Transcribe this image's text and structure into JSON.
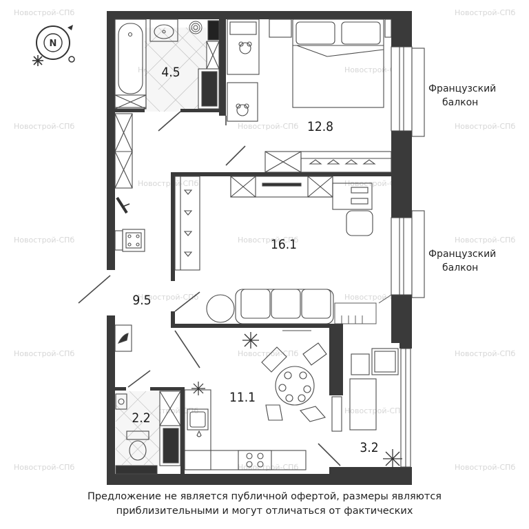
{
  "watermark_text": "Новострой-СПб",
  "compass": {
    "label": "N"
  },
  "rooms": [
    {
      "area": "4.5"
    },
    {
      "area": "12.8"
    },
    {
      "area": "16.1"
    },
    {
      "area": "9.5"
    },
    {
      "area": "2.2"
    },
    {
      "area": "11.1"
    },
    {
      "area": "3.2"
    }
  ],
  "balconies": [
    {
      "line1": "Французский",
      "line2": "балкон"
    },
    {
      "line1": "Французский",
      "line2": "балкон"
    }
  ],
  "disclaimer": {
    "line1": "Предложение не является публичной офертой, размеры являются",
    "line2": "приблизительными и могут отличаться от фактических"
  },
  "colors": {
    "wall": "#3a3a3a",
    "furniture_line": "#4a4a4a",
    "tile": "#c8c8c8",
    "watermark": "#d6d6d6"
  }
}
